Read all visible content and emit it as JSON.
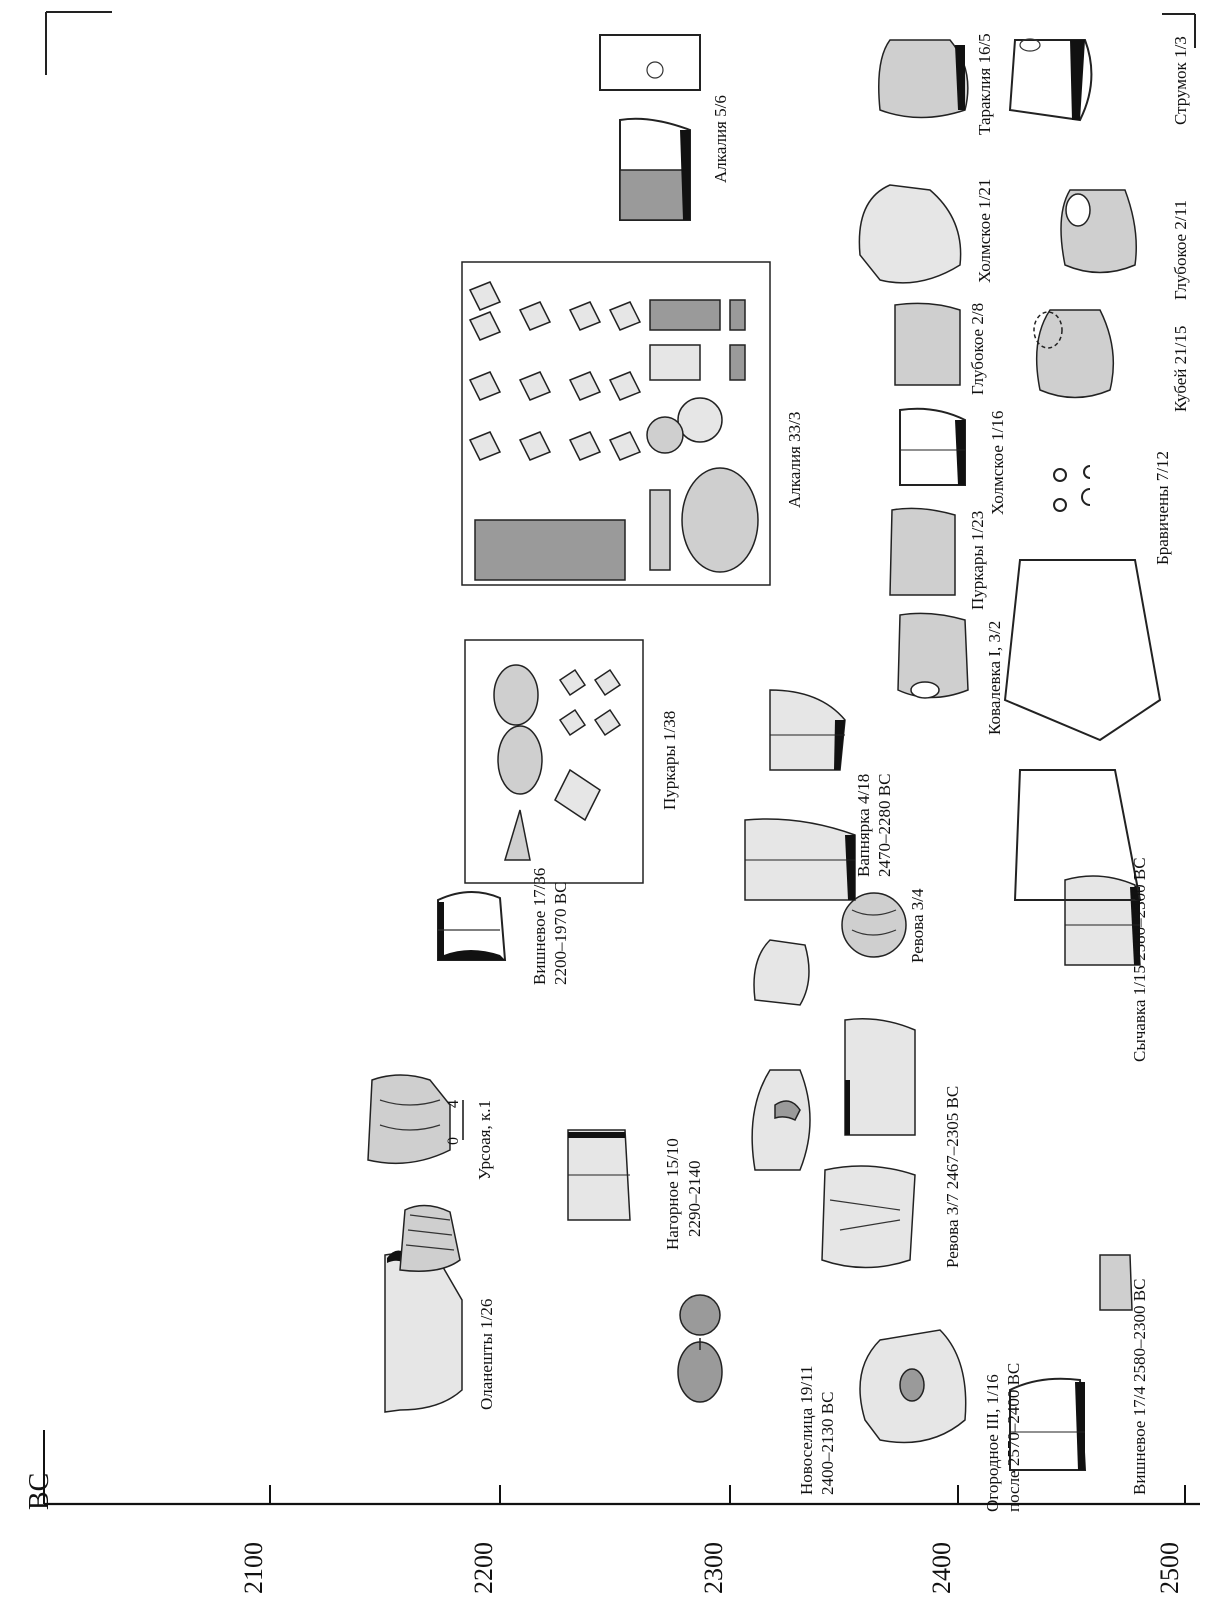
{
  "axis": {
    "unit": "BC",
    "ticks": [
      "2100",
      "2200",
      "2300",
      "2400",
      "2500"
    ]
  },
  "labels": {
    "olaneshty": "Оланешты 1/26",
    "ursoaya": "Урсоая, к.1",
    "scale_0": "0",
    "scale_4": "4",
    "vishnevoe_17_36": "Вишневое 17/36",
    "vishnevoe_17_36_date": "2200–1970 BC",
    "novoselitsa": "Новоселица 19/11",
    "novoselitsa_date": "2400–2130 BC",
    "nagornoe": "Нагорное 15/10",
    "nagornoe_date": "2290–2140",
    "purkary_1_38": "Пуркары 1/38",
    "vapnyarka": "Вапнярка 4/18",
    "vapnyarka_date": "2470–2280 BC",
    "revova_3_4": "Ревова 3/4",
    "revova_3_7": "Ревова 3/7  2467–2305 BC",
    "ogorodnoe": "Огородное III, 1/16",
    "ogorodnoe_date": "после 2570–2400 BC",
    "vishnevoe_17_4": "Вишневое 17/4  2580–2300 BC",
    "sychavka": "Сычавка 1/15  2580–2300 BC",
    "alkaliya_33_3": "Алкалия 33/3",
    "alkaliya_5_6": "Алкалия 5/6",
    "kovalevka": "Ковалевка I, 3/2",
    "purkary_1_23": "Пуркары 1/23",
    "kholmskoe_1_16": "Холмское 1/16",
    "glubokoe_2_8": "Глубокое 2/8",
    "kholmskoe_1_21": "Холмское 1/21",
    "taraklia": "Тараклия 16/5",
    "brabicheny": "Бравичены 7/12",
    "kubei": "Кубей 21/15",
    "glubokoe_2_11": "Глубокое 2/11",
    "strumok": "Струмок 1/3"
  }
}
